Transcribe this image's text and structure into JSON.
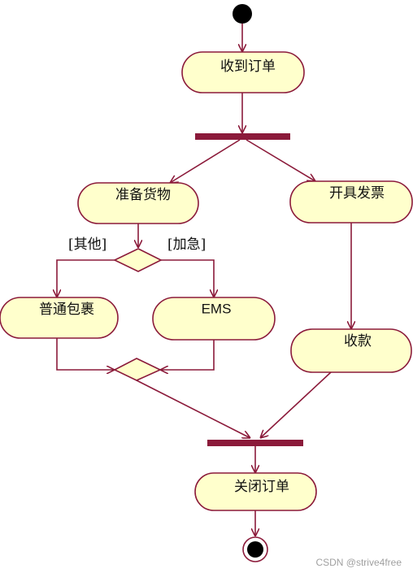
{
  "colors": {
    "fill": "#ffffcc",
    "stroke": "#8b1a3a",
    "bar": "#8b1a3a",
    "node": "#000000"
  },
  "activities": {
    "receive_order": "收到订单",
    "prepare_goods": "准备货物",
    "issue_invoice": "开具发票",
    "regular_parcel": "普通包裹",
    "ems": "EMS",
    "collect_payment": "收款",
    "close_order": "关闭订单"
  },
  "guards": {
    "other": "[其他]",
    "urgent": "[加急]"
  },
  "watermark": "CSDN @strive4free"
}
